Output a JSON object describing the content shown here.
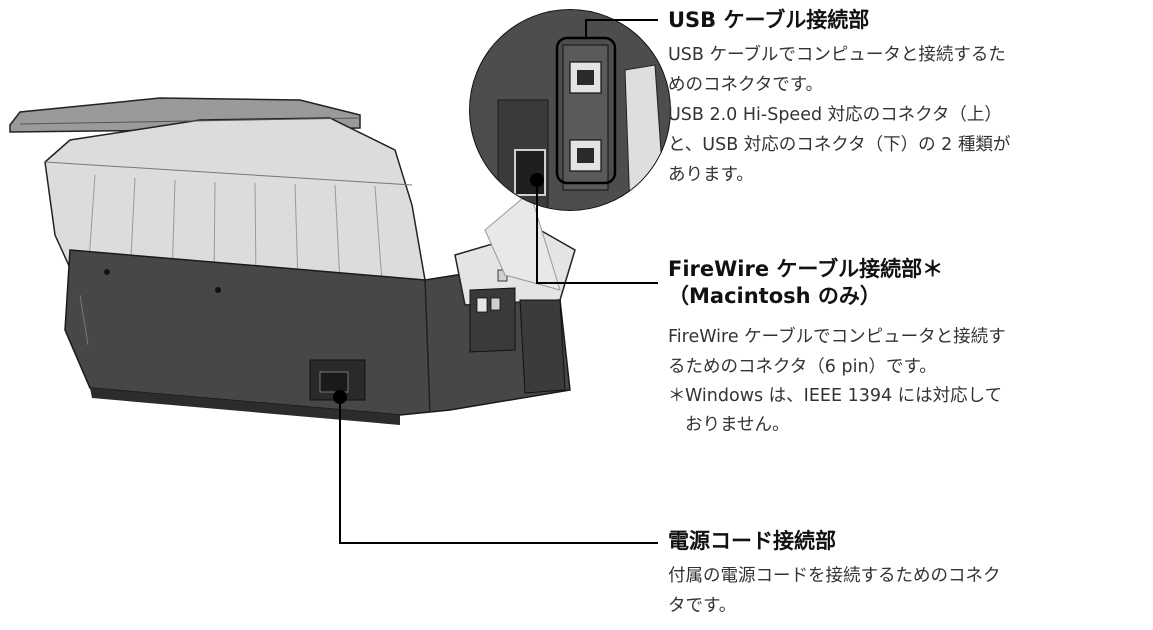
{
  "labels": {
    "usb": {
      "title": "USB ケーブル接続部",
      "lines": [
        "USB ケーブルでコンピュータと接続するた",
        "めのコネクタです。",
        "USB 2.0 Hi-Speed  対応のコネクタ（上）",
        "と、USB 対応のコネクタ（下）の 2 種類が",
        "あります。"
      ]
    },
    "firewire": {
      "title_line1": "FireWire ケーブル接続部＊",
      "title_line2": "（Macintosh のみ）",
      "lines": [
        "FireWire ケーブルでコンピュータと接続す",
        "るためのコネクタ（6 pin）です。"
      ],
      "note_mark": "＊",
      "note_lines": [
        "Windows は、IEEE 1394 には対応して",
        "おりません。"
      ]
    },
    "power": {
      "title": "電源コード接続部",
      "lines": [
        "付属の電源コードを接続するためのコネク",
        "タです。"
      ]
    }
  },
  "colors": {
    "leader": "#000000",
    "printer_body": "#4a4a4a",
    "printer_dark": "#2e2e2e",
    "tray": "#d2d2d2",
    "accent_light": "#e8e8e8"
  }
}
